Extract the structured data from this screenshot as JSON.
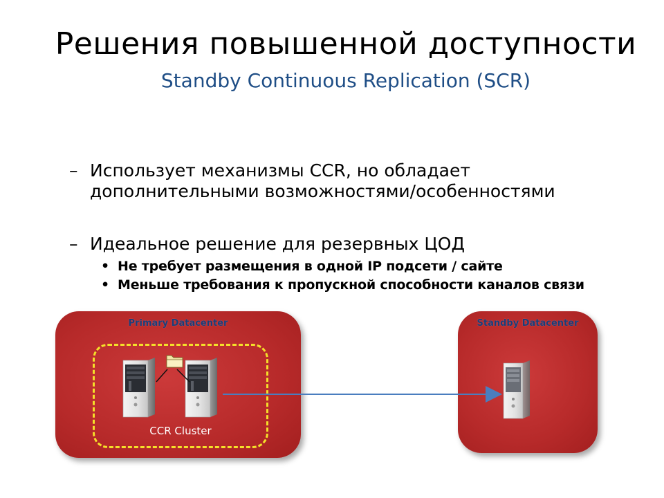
{
  "slide": {
    "title": "Решения повышенной доступности",
    "subtitle": "Standby Continuous Replication (SCR)"
  },
  "bullets": [
    {
      "marker": "–",
      "text": "Использует механизмы CCR, но обладает дополнительными возможностями/особенностями",
      "sub": []
    },
    {
      "marker": "–",
      "text": "Идеальное решение для резервных ЦОД",
      "sub": [
        {
          "marker": "•",
          "text": "Не требует размещения в одной IP подсети / сайте"
        },
        {
          "marker": "•",
          "text": "Меньше требования к пропускной способности каналов связи"
        }
      ]
    }
  ],
  "diagram": {
    "primary_label": "Primary Datacenter",
    "standby_label": "Standby Datacenter",
    "cluster_label": "CCR Cluster",
    "colors": {
      "datacenter_fill": "#b72a2a",
      "cluster_border": "#f4e02a",
      "arrow": "#4a7ebf",
      "label_text": "#1a3d7a"
    },
    "icons": [
      "server-icon",
      "server-icon",
      "folder-icon",
      "server-icon"
    ]
  }
}
